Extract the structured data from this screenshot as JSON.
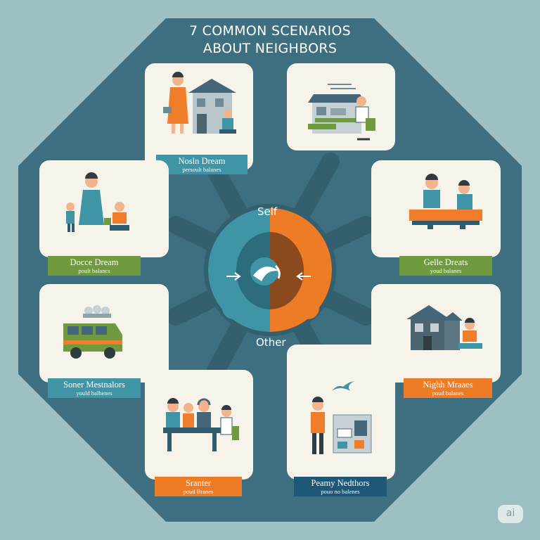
{
  "header": {
    "title_line1": "7 COMMON SCENARIOS",
    "title_line2": "ABOUT NEIGHBORS"
  },
  "center": {
    "self_label": "Self",
    "other_label": "Other"
  },
  "cards": {
    "top_left": {
      "title": "Nosln Dream",
      "subtitle": "persoult balanes"
    },
    "top_right": {
      "title": "",
      "subtitle": ""
    },
    "mid_left": {
      "title": "Docce Dream",
      "subtitle": "poult balancs"
    },
    "mid_right": {
      "title": "Gelle Dreats",
      "subtitle": "youd balanes"
    },
    "low_left": {
      "title": "Soner Mestnalors",
      "subtitle": "yould balbenes"
    },
    "low_right": {
      "title": "Nighh Mraaes",
      "subtitle": "poud balanes"
    },
    "bottom_left": {
      "title": "Sranter",
      "subtitle": "poud Branes"
    },
    "bottom_right": {
      "title": "Peamy Nedthors",
      "subtitle": "pouo no balenes"
    }
  },
  "badge": {
    "text": "ai"
  },
  "colors": {
    "background": "#9cbfc4",
    "octagon": "#3e6f80",
    "card": "#f6f3ea",
    "teal": "#3f95a6",
    "orange": "#ee7c26",
    "green": "#6f9a3e",
    "navy": "#1f5876"
  }
}
